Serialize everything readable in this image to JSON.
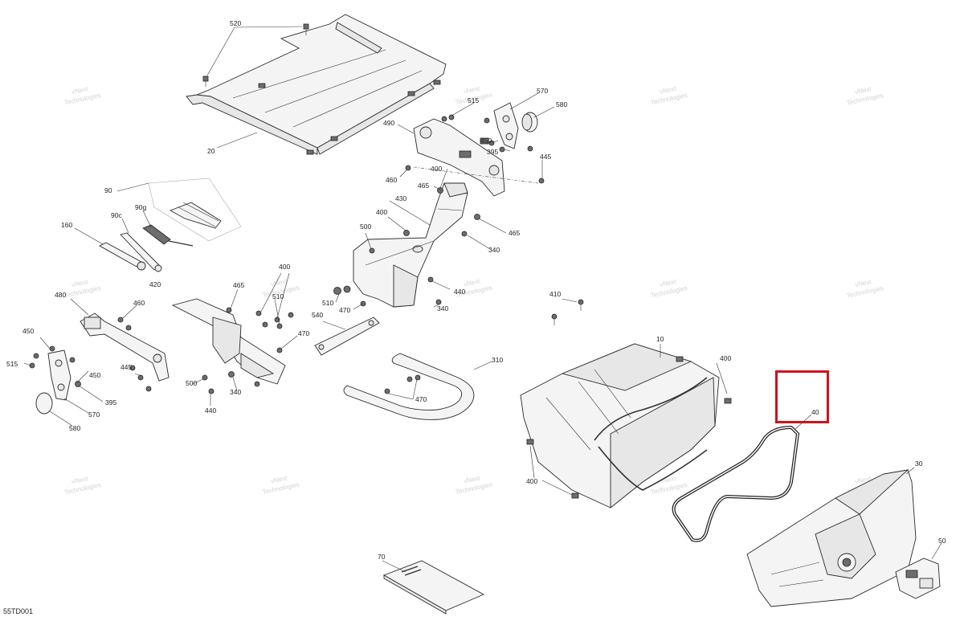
{
  "diagram": {
    "code": "55TD001",
    "watermark": {
      "line1": "vNext",
      "line2": "Technologies"
    },
    "callouts": {
      "c520": "520",
      "c20": "20",
      "c515a": "515",
      "c570a": "570",
      "c580a": "580",
      "c490": "490",
      "c450a": "450",
      "c395a": "395",
      "c445a": "445",
      "c460a": "460",
      "c400a": "400",
      "c465a": "465",
      "c430": "430",
      "c400b": "400",
      "c465b": "465",
      "c500a": "500",
      "c340a": "340",
      "c90": "90",
      "c90g": "90g",
      "c90c": "90c",
      "c160": "160",
      "c400c": "400",
      "c420": "420",
      "c465c": "465",
      "c510a": "510",
      "c510b": "510",
      "c470a": "470",
      "c440a": "440",
      "c340b": "340",
      "c480": "480",
      "c460b": "460",
      "c540": "540",
      "c470b": "470",
      "c450b": "450",
      "c515b": "515",
      "c450c": "450",
      "c395b": "395",
      "c570b": "570",
      "c580b": "580",
      "c445b": "445",
      "c500b": "500",
      "c340c": "340",
      "c440b": "440",
      "c310": "310",
      "c470c": "470",
      "c410": "410",
      "c10": "10",
      "c400d": "400",
      "c40": "40",
      "c400e": "400",
      "c30": "30",
      "c50": "50",
      "c70": "70"
    }
  }
}
